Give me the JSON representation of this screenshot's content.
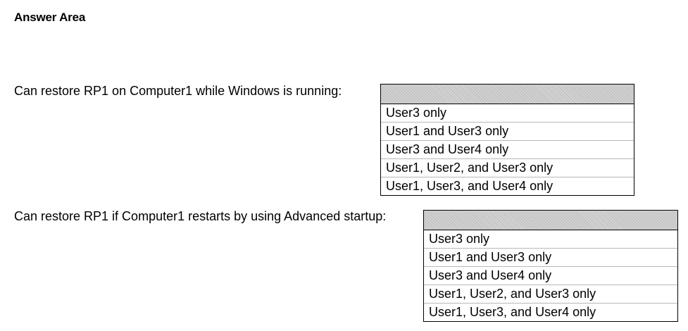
{
  "header": {
    "title": "Answer Area"
  },
  "questions": [
    {
      "label": "Can restore RP1 on Computer1 while Windows is running:",
      "selected": "",
      "options": [
        "User3 only",
        "User1 and User3 only",
        "User3 and User4 only",
        "User1, User2, and User3 only",
        "User1, User3, and User4 only"
      ]
    },
    {
      "label": "Can restore RP1 if Computer1 restarts by using Advanced startup:",
      "selected": "",
      "options": [
        "User3 only",
        "User1 and User3 only",
        "User3 and User4 only",
        "User1, User2, and User3 only",
        "User1, User3, and User4 only"
      ]
    }
  ]
}
